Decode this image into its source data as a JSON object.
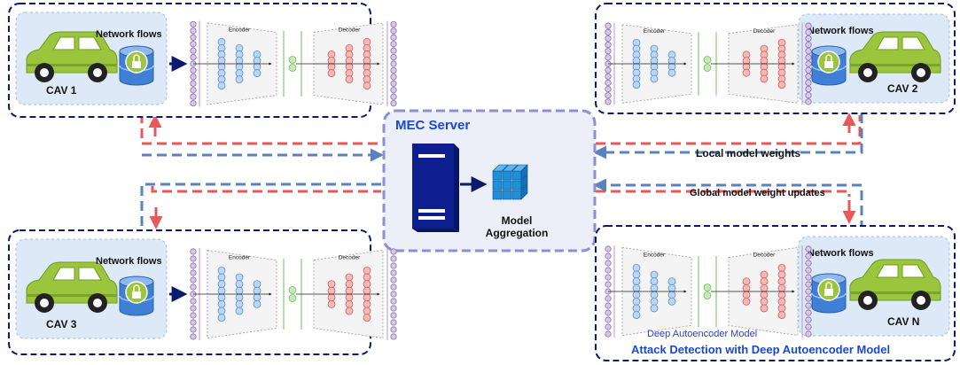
{
  "server": {
    "title": "MEC Server",
    "aggregation_label_line1": "Model",
    "aggregation_label_line2": "Aggregation"
  },
  "labels": {
    "local_weights": "Local model weights",
    "global_updates": "Global model weight updates",
    "autoencoder_model": "Deep Autoencoder Model",
    "attack_detection": "Attack Detection with Deep Autoencoder Model"
  },
  "panels": [
    {
      "id": "cav1",
      "network_flows": "Network flows",
      "cav": "CAV 1",
      "encoder": "Encoder",
      "decoder": "Decoder"
    },
    {
      "id": "cav2",
      "network_flows": "Network flows",
      "cav": "CAV 2",
      "encoder": "Encoder",
      "decoder": "Decoder"
    },
    {
      "id": "cav3",
      "network_flows": "Network flows",
      "cav": "CAV 3",
      "encoder": "Encoder",
      "decoder": "Decoder"
    },
    {
      "id": "cavn",
      "network_flows": "Network flows",
      "cav": "CAV N",
      "encoder": "Encoder",
      "decoder": "Decoder"
    }
  ],
  "colors": {
    "frame": "#0b1a6e",
    "server_frame": "#8c8fd6",
    "server_fill": "#eceef8",
    "car": "#9bc53d",
    "car_panel": "#dde9f7",
    "upload_arrow": "#e8575a",
    "download_arrow": "#5b82c0",
    "title_blue": "#1a47d8",
    "encoder_node": "#bcd6f2",
    "decoder_node": "#f4b8b8",
    "latent_node": "#c9e6bc",
    "io_node": "#d8c8e8"
  }
}
